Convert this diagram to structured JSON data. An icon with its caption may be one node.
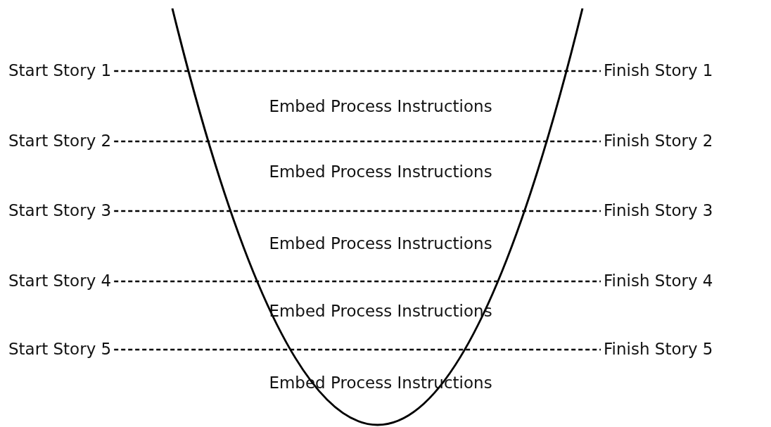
{
  "diagram": {
    "nodes": [
      {
        "text": [
          "Start Story 1"
        ]
      },
      {
        "text": [
          "Finish Story 1"
        ]
      },
      {
        "text": [
          "Start Story 2"
        ]
      },
      {
        "text": [
          "Finish Story 2"
        ]
      },
      {
        "text": [
          "Start Story 3"
        ]
      },
      {
        "text": [
          "Finish Story 3"
        ]
      },
      {
        "text": [
          "Start Story 4"
        ]
      },
      {
        "text": [
          "Finish Story 4"
        ]
      },
      {
        "text": [
          "Start Story 5"
        ]
      },
      {
        "text": [
          "Finish Story 5"
        ]
      }
    ],
    "edges": [
      {
        "from": 0,
        "to": 1,
        "arrow": "none",
        "style": "dashed"
      },
      {
        "from": 2,
        "to": 3,
        "arrow": "none",
        "style": "dashed"
      },
      {
        "from": 4,
        "to": 5,
        "arrow": "none",
        "style": "dashed"
      },
      {
        "from": 6,
        "to": 7,
        "arrow": "none",
        "style": "dashed"
      },
      {
        "from": 8,
        "to": 9,
        "arrow": "none",
        "style": "dashed"
      }
    ],
    "labels": [
      "Embed Process Instructions",
      "Embed Process Instructions",
      "Embed Process Instructions",
      "Embed Process Instructions",
      "Embed Process Instructions"
    ]
  }
}
